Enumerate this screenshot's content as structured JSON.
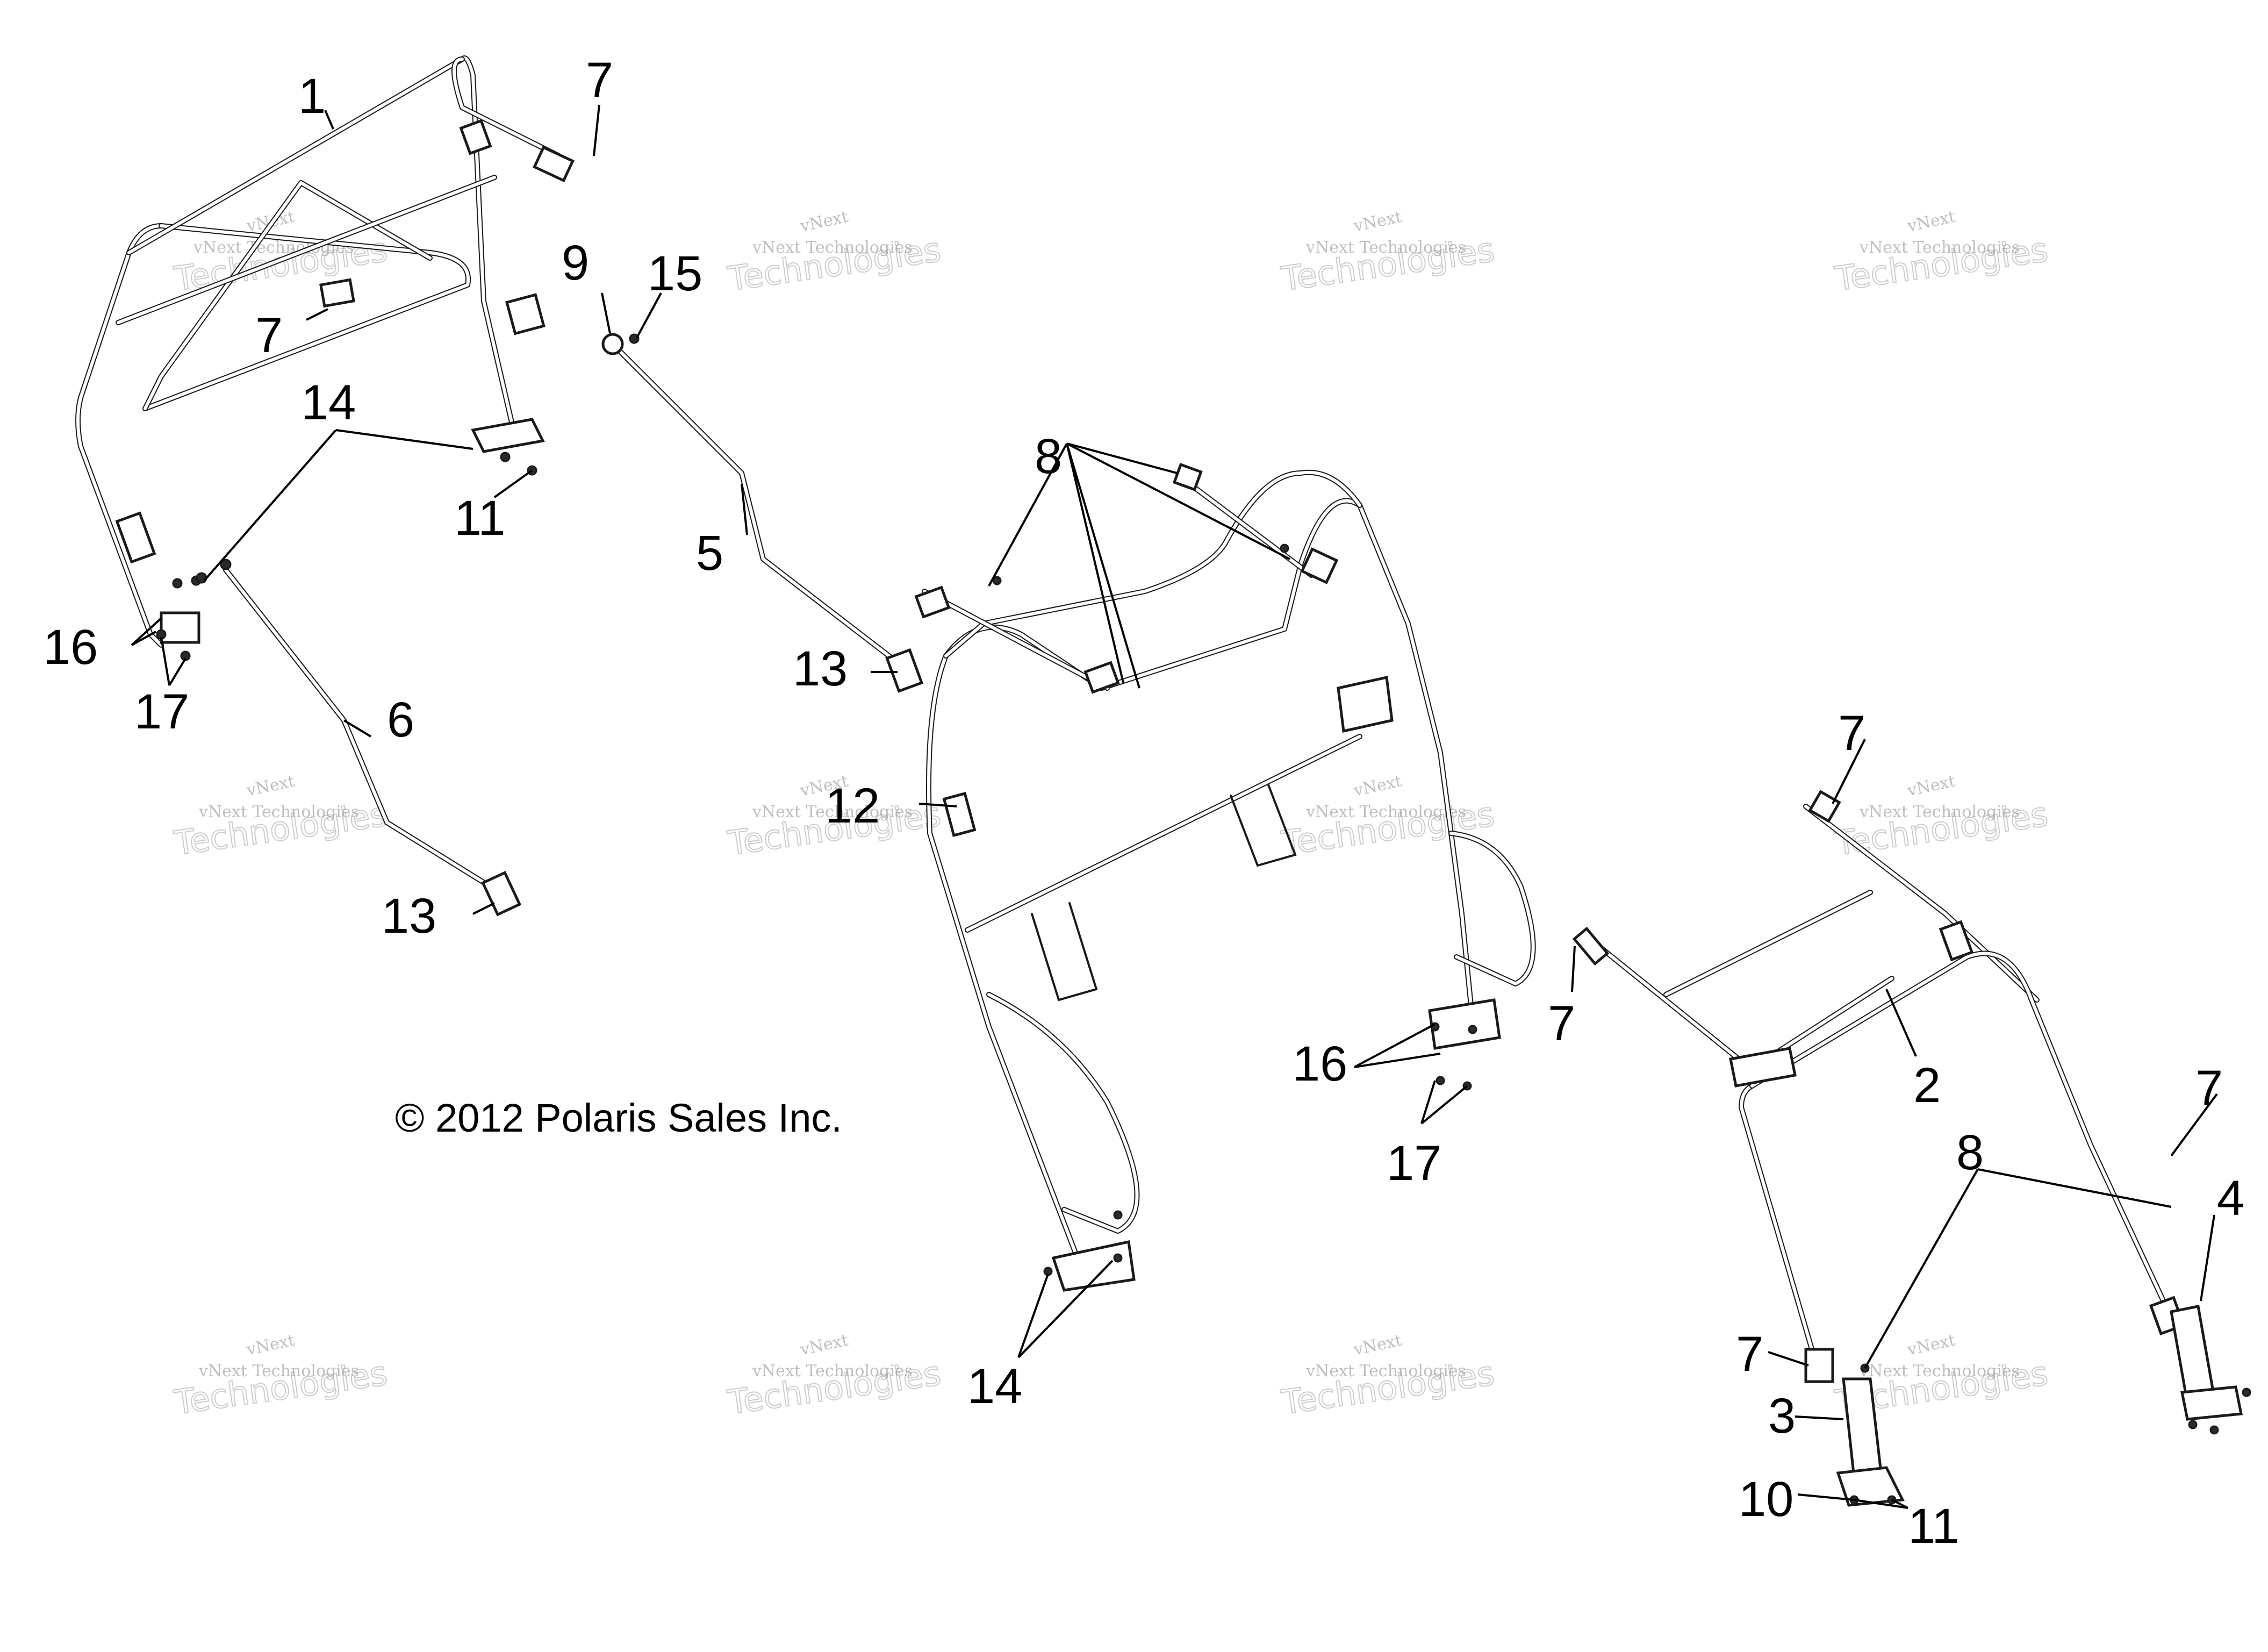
{
  "copyright": "© 2012 Polaris Sales Inc.",
  "watermark": {
    "brand": "vNext",
    "line": "vNext Technologies",
    "big": "Technologies"
  },
  "callouts": [
    "1",
    "2",
    "3",
    "4",
    "5",
    "6",
    "7",
    "8",
    "9",
    "10",
    "11",
    "12",
    "13",
    "14",
    "15",
    "16",
    "17"
  ],
  "colors": {
    "line": "#1a1a1a",
    "text": "#000000",
    "watermark": "#8a8a8a",
    "background": "#ffffff"
  }
}
